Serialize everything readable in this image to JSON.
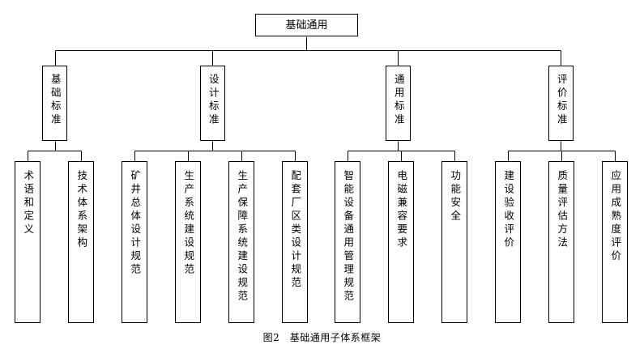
{
  "root": {
    "label": "基础通用"
  },
  "categories": [
    {
      "label": "基础标准",
      "children": [
        "术语和定义",
        "技术体系架构"
      ]
    },
    {
      "label": "设计标准",
      "children": [
        "矿井总体设计规范",
        "生产系统建设规范",
        "生产保障系统建设规范",
        "配套厂区类设计规范"
      ]
    },
    {
      "label": "通用标准",
      "children": [
        "智能设备通用管理规范",
        "电磁兼容要求",
        "功能安全"
      ]
    },
    {
      "label": "评价标准",
      "children": [
        "建设验收评价",
        "质量评估方法",
        "应用成熟度评价"
      ]
    }
  ],
  "caption": "图2　基础通用子体系框架"
}
